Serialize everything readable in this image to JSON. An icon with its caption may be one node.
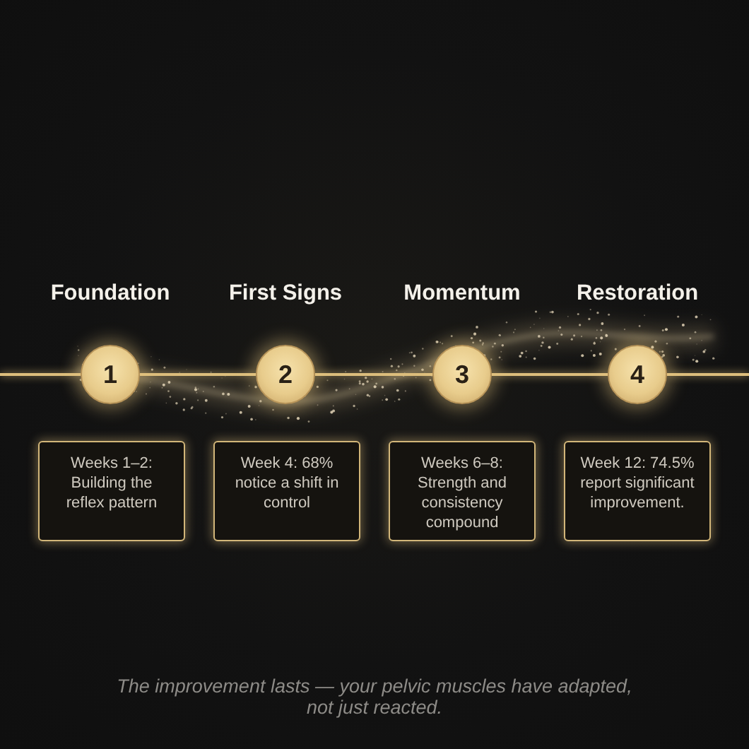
{
  "diagram": {
    "nodes": [
      {
        "text": [
          "1"
        ],
        "beside": [
          "Foundation"
        ]
      },
      {
        "text": [
          "2"
        ],
        "beside": [
          "First Signs"
        ]
      },
      {
        "text": [
          "3"
        ],
        "beside": [
          "Momentum"
        ]
      },
      {
        "text": [
          "4"
        ],
        "beside": [
          "Restoration"
        ]
      },
      {
        "text": [
          "Weeks 1–2: Building the reflex pattern"
        ]
      },
      {
        "text": [
          "Week 4: 68% notice a shift in control"
        ]
      },
      {
        "text": [
          "Weeks 6–8: Strength and consistency compound"
        ]
      },
      {
        "text": [
          "Week 12: 74.5% report significant improvement."
        ]
      }
    ],
    "edges": [
      {
        "from": null,
        "to": 0,
        "arrow": "none"
      },
      {
        "from": 0,
        "to": 1,
        "arrow": "none"
      },
      {
        "from": 1,
        "to": 2,
        "arrow": "none"
      },
      {
        "from": 2,
        "to": 3,
        "arrow": "none"
      },
      {
        "from": 3,
        "to": null,
        "arrow": "none"
      }
    ],
    "caption": "The improvement lasts — your pelvic muscles have adapted, not just reacted."
  }
}
